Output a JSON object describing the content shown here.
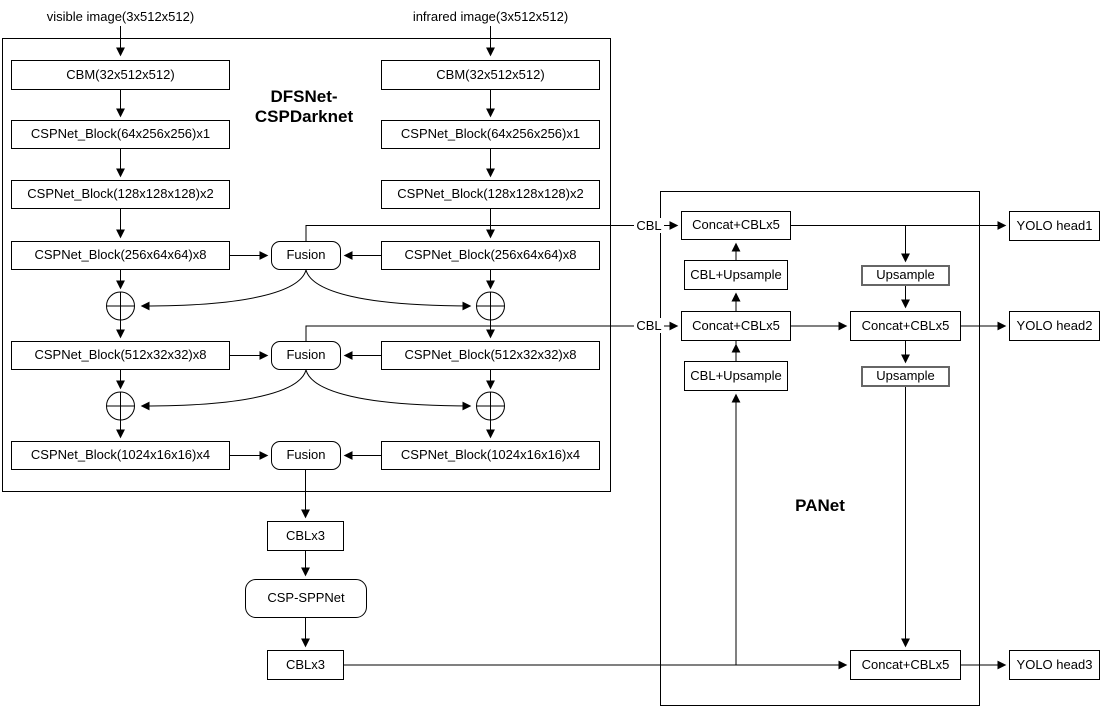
{
  "inputs": {
    "visible": "visible image(3x512x512)",
    "infrared": "infrared image(3x512x512)"
  },
  "backbone": {
    "title_line1": "DFSNet-",
    "title_line2": "CSPDarknet",
    "visible_stream": {
      "cbm": "CBM(32x512x512)",
      "block1": "CSPNet_Block(64x256x256)x1",
      "block2": "CSPNet_Block(128x128x128)x2",
      "block3": "CSPNet_Block(256x64x64)x8",
      "block4": "CSPNet_Block(512x32x32)x8",
      "block5": "CSPNet_Block(1024x16x16)x4"
    },
    "infrared_stream": {
      "cbm": "CBM(32x512x512)",
      "block1": "CSPNet_Block(64x256x256)x1",
      "block2": "CSPNet_Block(128x128x128)x2",
      "block3": "CSPNet_Block(256x64x64)x8",
      "block4": "CSPNet_Block(512x32x32)x8",
      "block5": "CSPNet_Block(1024x16x16)x4"
    },
    "fusion1": "Fusion",
    "fusion2": "Fusion",
    "fusion3": "Fusion"
  },
  "neck": {
    "cblx3_top": "CBLx3",
    "csp_sppnet": "CSP-SPPNet",
    "cblx3_bottom": "CBLx3",
    "cbl_label1": "CBL",
    "cbl_label2": "CBL"
  },
  "panet": {
    "title": "PANet",
    "concat1": "Concat+CBLx5",
    "concat2": "Concat+CBLx5",
    "concat3": "Concat+CBLx5",
    "concat4": "Concat+CBLx5",
    "cbl_upsample1": "CBL+Upsample",
    "cbl_upsample2": "CBL+Upsample",
    "upsample1": "Upsample",
    "upsample2": "Upsample"
  },
  "heads": {
    "head1": "YOLO head1",
    "head2": "YOLO head2",
    "head3": "YOLO head3"
  },
  "colors": {
    "line": "#000000",
    "box_border": "#000000",
    "box_fill": "#ffffff",
    "upsample_border": "#666666",
    "text": "#000000",
    "background": "#ffffff"
  }
}
